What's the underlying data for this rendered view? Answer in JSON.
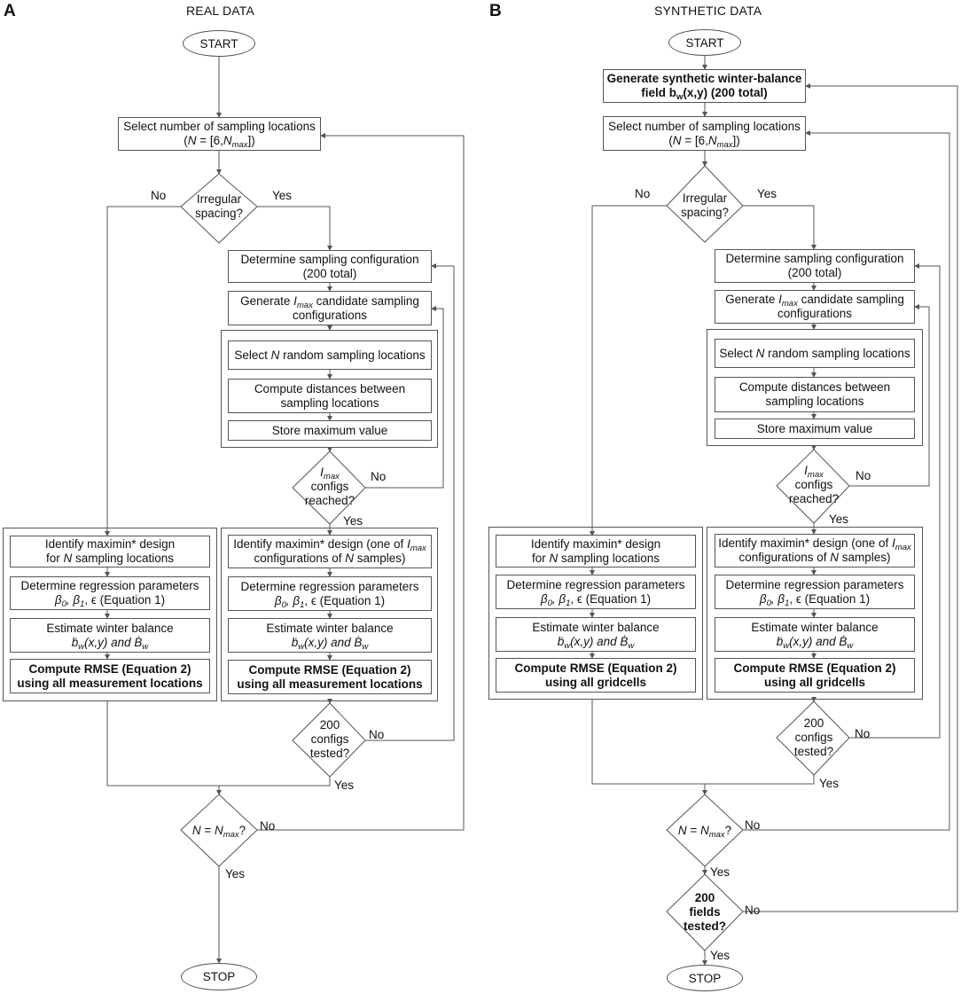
{
  "panels": [
    {
      "letter": "A",
      "title": "REAL DATA",
      "start": "START",
      "stop": "STOP",
      "select_locations": {
        "line1": "Select number of sampling locations",
        "n": "N",
        "mid": " = [6,",
        "nmax_base": "N",
        "nmax_sub": "max",
        "end": "])"
      },
      "irregular": {
        "line1": "Irregular",
        "line2": "spacing?"
      },
      "no": "No",
      "yes": "Yes",
      "det_config": {
        "line1": "Determine sampling configuration",
        "line2": "(200 total)"
      },
      "gen_candidates": {
        "pre": "Generate ",
        "i": "I",
        "i_sub": "max",
        "post": " candidate sampling",
        "line2": "configurations"
      },
      "select_random": {
        "pre": "Select ",
        "n": "N",
        "post": " random sampling locations"
      },
      "compute_dist": {
        "line1": "Compute distances between",
        "line2": "sampling locations"
      },
      "store_max": "Store maximum value",
      "imax_reached": {
        "i": "I",
        "i_sub": "max",
        "line2": "configs",
        "line3": "reached?"
      },
      "identify_left": {
        "line1": "Identify maximin* design",
        "pre": "for ",
        "n": "N",
        "post": " sampling locations"
      },
      "identify_right": {
        "pre1": "Identify maximin* design (one of ",
        "i": "I",
        "i_sub": "max",
        "pre2": "configurations of ",
        "n": "N",
        "post2": " samples)"
      },
      "regression": {
        "line1": "Determine regression parameters",
        "b0": "β",
        "b0_sub": "0",
        "b1": ", β",
        "b1_sub": "1",
        "rest": ", ϵ (Equation 1)"
      },
      "estimate": {
        "line1": "Estimate winter balance",
        "bw": "ḃ",
        "bw_sub": "w",
        "mid": "(x,y) and ",
        "Bw": "Ḃ",
        "Bw_sub": "w"
      },
      "rmse": {
        "line1": "Compute RMSE (Equation 2)",
        "line2": "using all measurement locations"
      },
      "configs_tested": {
        "line1": "200",
        "line2": "configs",
        "line3": "tested?"
      },
      "n_eq_nmax": {
        "n": "N",
        "eq": " = ",
        "nmax": "N",
        "nmax_sub": "max",
        "q": "?"
      }
    },
    {
      "letter": "B",
      "title": "SYNTHETIC DATA",
      "start": "START",
      "stop": "STOP",
      "generate_field": {
        "line1": "Generate synthetic winter-balance",
        "pre": "field b",
        "sub": "w",
        "post": "(x,y) (200 total)"
      },
      "select_locations": {
        "line1": "Select number of sampling locations",
        "n": "N",
        "mid": " = [6,",
        "nmax_base": "N",
        "nmax_sub": "max",
        "end": "])"
      },
      "irregular": {
        "line1": "Irregular",
        "line2": "spacing?"
      },
      "no": "No",
      "yes": "Yes",
      "det_config": {
        "line1": "Determine sampling configuration",
        "line2": "(200 total)"
      },
      "gen_candidates": {
        "pre": "Generate ",
        "i": "I",
        "i_sub": "max",
        "post": " candidate sampling",
        "line2": "configurations"
      },
      "select_random": {
        "pre": "Select ",
        "n": "N",
        "post": " random sampling locations"
      },
      "compute_dist": {
        "line1": "Compute distances between",
        "line2": "sampling locations"
      },
      "store_max": "Store maximum value",
      "imax_reached": {
        "i": "I",
        "i_sub": "max",
        "line2": "configs",
        "line3": "reached?"
      },
      "identify_left": {
        "line1": "Identify maximin* design",
        "pre": "for ",
        "n": "N",
        "post": " sampling locations"
      },
      "identify_right": {
        "pre1": "Identify maximin* design (one of ",
        "i": "I",
        "i_sub": "max",
        "pre2": "configurations of ",
        "n": "N",
        "post2": " samples)"
      },
      "regression": {
        "line1": "Determine regression parameters",
        "b0": "β",
        "b0_sub": "0",
        "b1": ", β",
        "b1_sub": "1",
        "rest": ", ϵ (Equation 1)"
      },
      "estimate": {
        "line1": "Estimate winter balance",
        "bw": "ḃ",
        "bw_sub": "w",
        "mid": "(x,y) and ",
        "Bw": "Ḃ",
        "Bw_sub": "w"
      },
      "rmse": {
        "line1": "Compute RMSE (Equation 2)",
        "line2": "using all gridcells"
      },
      "configs_tested": {
        "line1": "200",
        "line2": "configs",
        "line3": "tested?"
      },
      "n_eq_nmax": {
        "n": "N",
        "eq": " = ",
        "nmax": "N",
        "nmax_sub": "max",
        "q": "?"
      },
      "fields_tested": {
        "line1": "200",
        "line2": "fields",
        "line3": "tested?"
      }
    }
  ]
}
